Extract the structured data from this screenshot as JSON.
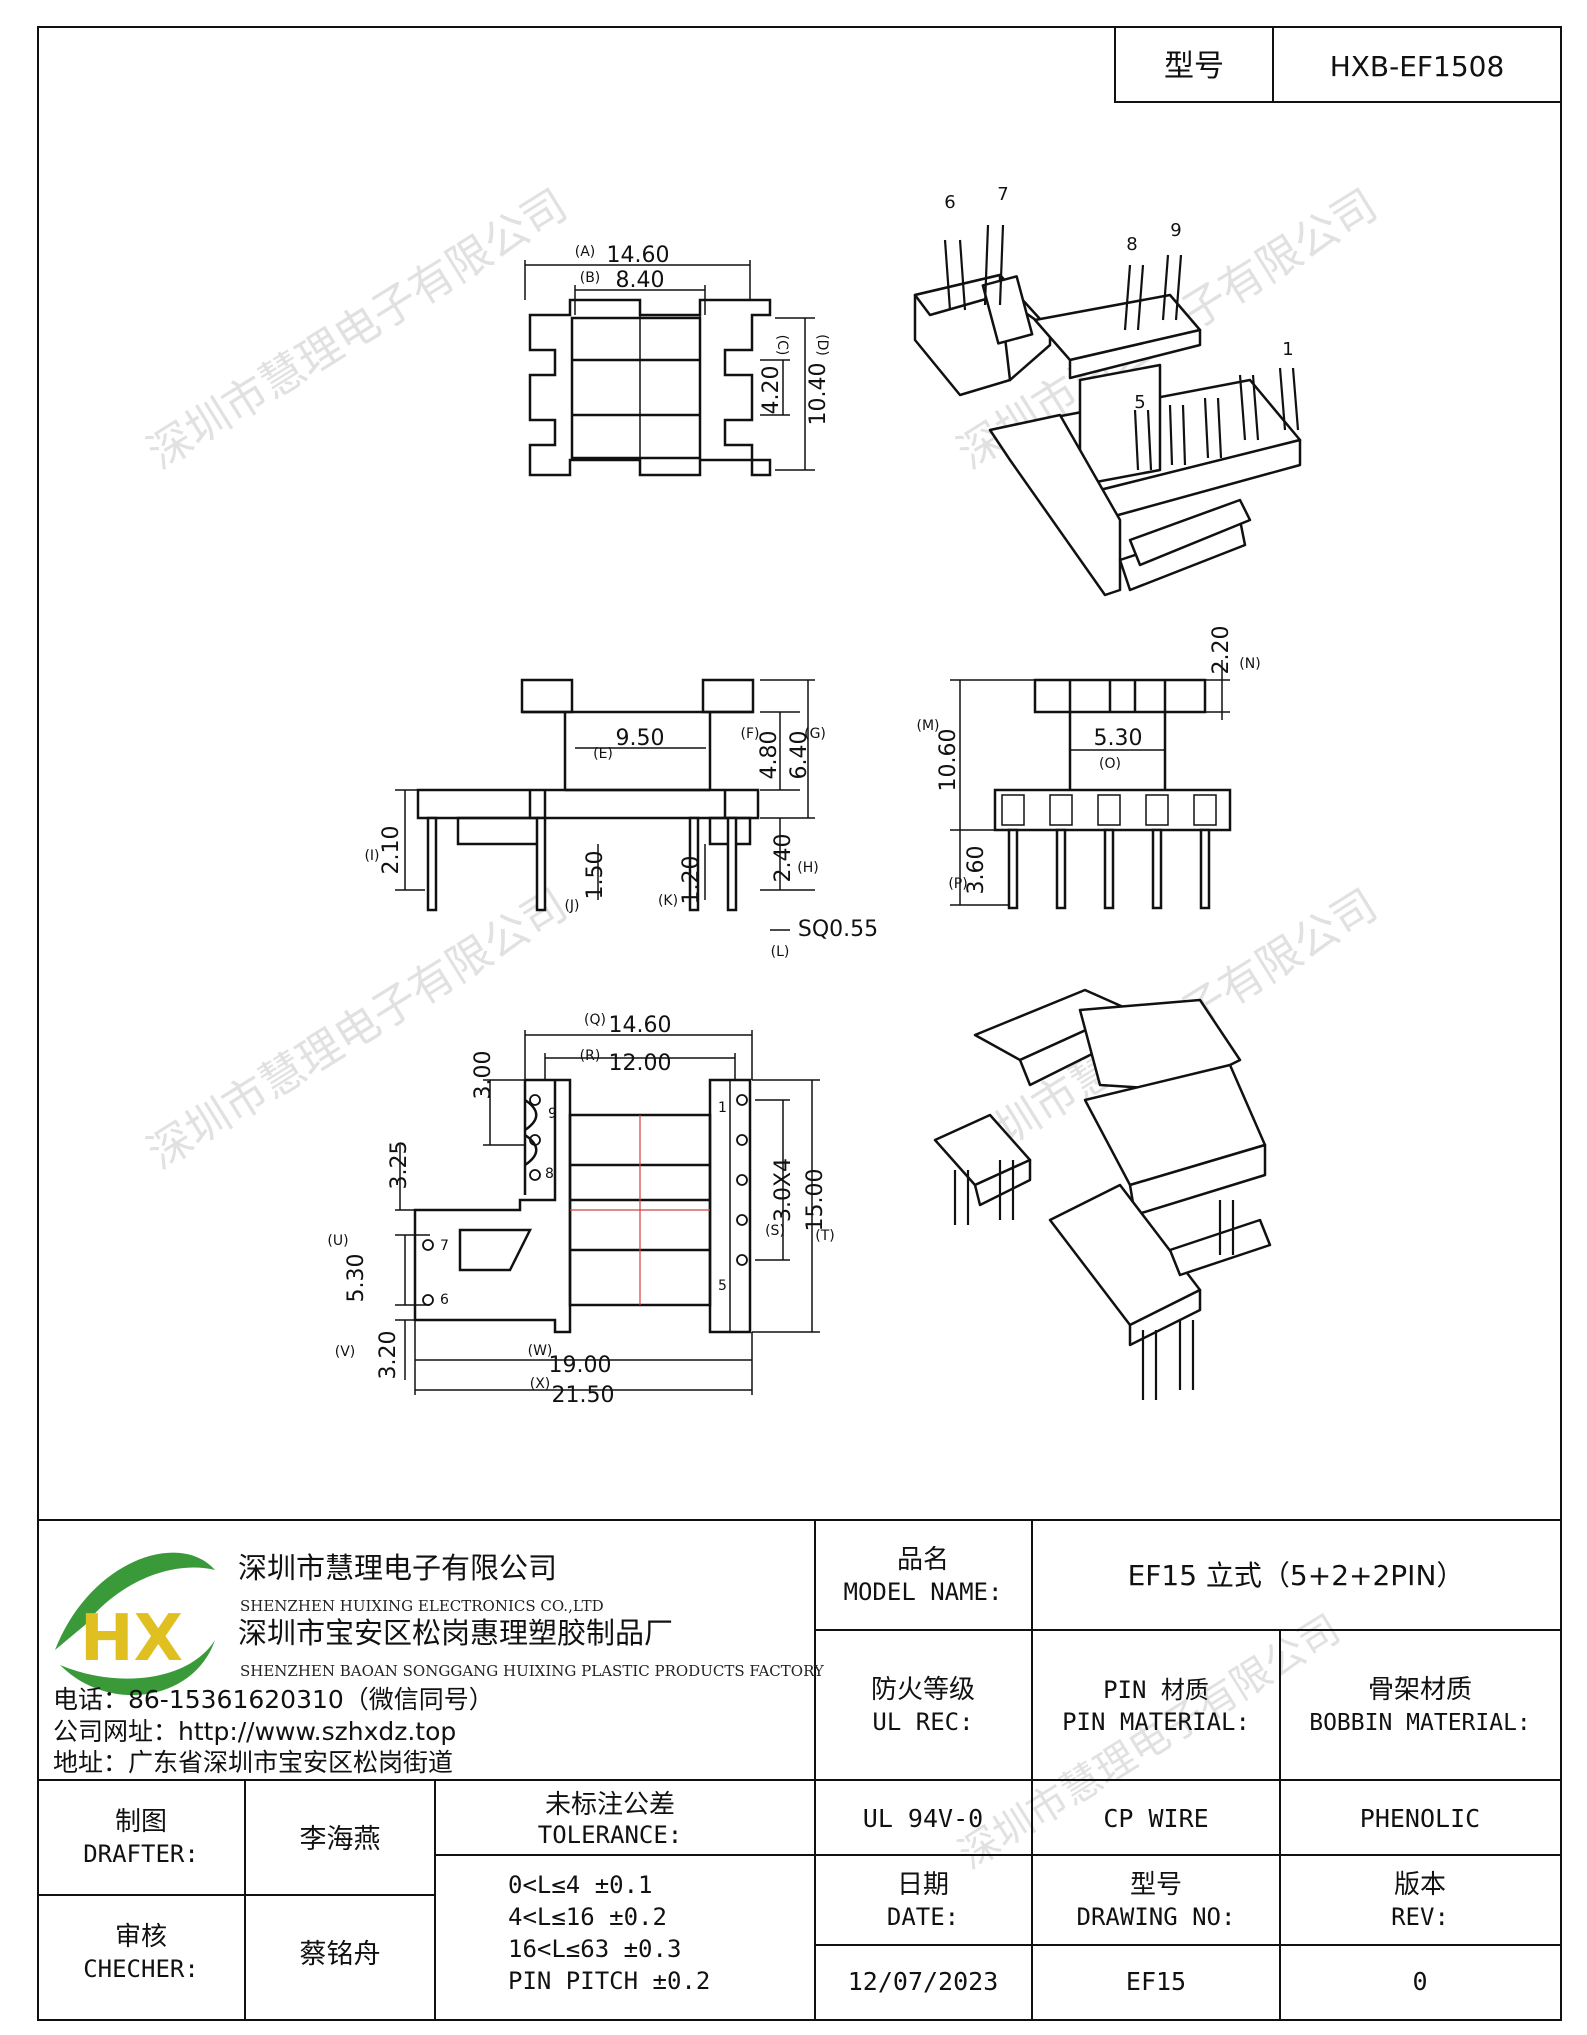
{
  "header": {
    "model_label": "型号",
    "model_value": "HXB-EF1508"
  },
  "watermark": "深圳市慧理电子有限公司",
  "views": {
    "top": {
      "dimA": "14.60",
      "dimB": "8.40",
      "dimC": "4.20",
      "dimD": "10.40",
      "labA": "(A)",
      "labB": "(B)",
      "labC": "(C)",
      "labD": "(D)"
    },
    "iso_top": {
      "pins": [
        "6",
        "7",
        "8",
        "9",
        "1",
        "5"
      ]
    },
    "front": {
      "dimE": "9.50",
      "dimF": "4.80",
      "dimG": "6.40",
      "dimH": "2.40",
      "dimI": "2.10",
      "dimJ": "1.50",
      "dimK": "1.20",
      "dimL": "SQ0.55",
      "labE": "(E)",
      "labF": "(F)",
      "labG": "(G)",
      "labH": "(H)",
      "labI": "(I)",
      "labJ": "(J)",
      "labK": "(K)",
      "labL": "(L)"
    },
    "side": {
      "dimN": "2.20",
      "dimM": "10.60",
      "dimO": "5.30",
      "dimP": "3.60",
      "labN": "(N)",
      "labM": "(M)",
      "labO": "(O)",
      "labP": "(P)"
    },
    "bottom": {
      "dimQ": "14.60",
      "dimR": "12.00",
      "dimTop": "3.00",
      "dimLeft": "3.25",
      "dimU": "5.30",
      "dimV": "3.20",
      "dimW": "19.00",
      "dimX": "21.50",
      "dimS": "3.0X4",
      "dimT": "15.00",
      "labQ": "(Q)",
      "labR": "(R)",
      "labU": "(U)",
      "labV": "(V)",
      "labW": "(W)",
      "labX": "(X)",
      "labS": "(S)",
      "labT": "(T)",
      "pins": [
        "9",
        "8",
        "7",
        "6",
        "1",
        "5"
      ]
    }
  },
  "company": {
    "logo_text": "HX",
    "name_cn": "深圳市慧理电子有限公司",
    "name_en": "SHENZHEN HUIXING ELECTRONICS CO.,LTD",
    "factory_cn": "深圳市宝安区松岗惠理塑胶制品厂",
    "factory_en": "SHENZHEN BAOAN SONGGANG HUIXING PLASTIC PRODUCTS FACTORY",
    "phone": "电话：86-15361620310（微信同号）",
    "website": "公司网址：http://www.szhxdz.top",
    "address": "地址：广东省深圳市宝安区松岗街道"
  },
  "title_block": {
    "model_name_cn": "品名",
    "model_name_en": "MODEL NAME:",
    "model_name_value": "EF15 立式（5+2+2PIN）",
    "ul_cn": "防火等级",
    "ul_en": "UL REC:",
    "pin_mat_cn": "PIN 材质",
    "pin_mat_en": "PIN MATERIAL:",
    "bobbin_mat_cn": "骨架材质",
    "bobbin_mat_en": "BOBBIN MATERIAL:",
    "ul_value": "UL 94V-0",
    "pin_value": "CP WIRE",
    "bobbin_value": "PHENOLIC",
    "drafter_cn": "制图",
    "drafter_en": "DRAFTER:",
    "drafter_name": "李海燕",
    "checker_cn": "审核",
    "checker_en": "CHECHER:",
    "checker_name": "蔡铭舟",
    "tolerance_cn": "未标注公差",
    "tolerance_en": "TOLERANCE:",
    "tolerances": [
      "0<L≤4   ±0.1",
      "4<L≤16  ±0.2",
      "16<L≤63 ±0.3",
      "PIN PITCH ±0.2"
    ],
    "date_cn": "日期",
    "date_en": "DATE:",
    "drawing_cn": "型号",
    "drawing_en": "DRAWING NO:",
    "rev_cn": "版本",
    "rev_en": "REV:",
    "date_value": "12/07/2023",
    "drawing_value": "EF15",
    "rev_value": "0"
  },
  "colors": {
    "line": "#111111",
    "centerline": "#d04040",
    "logo_green": "#3a9a3a",
    "logo_yellow": "#e0c020"
  }
}
